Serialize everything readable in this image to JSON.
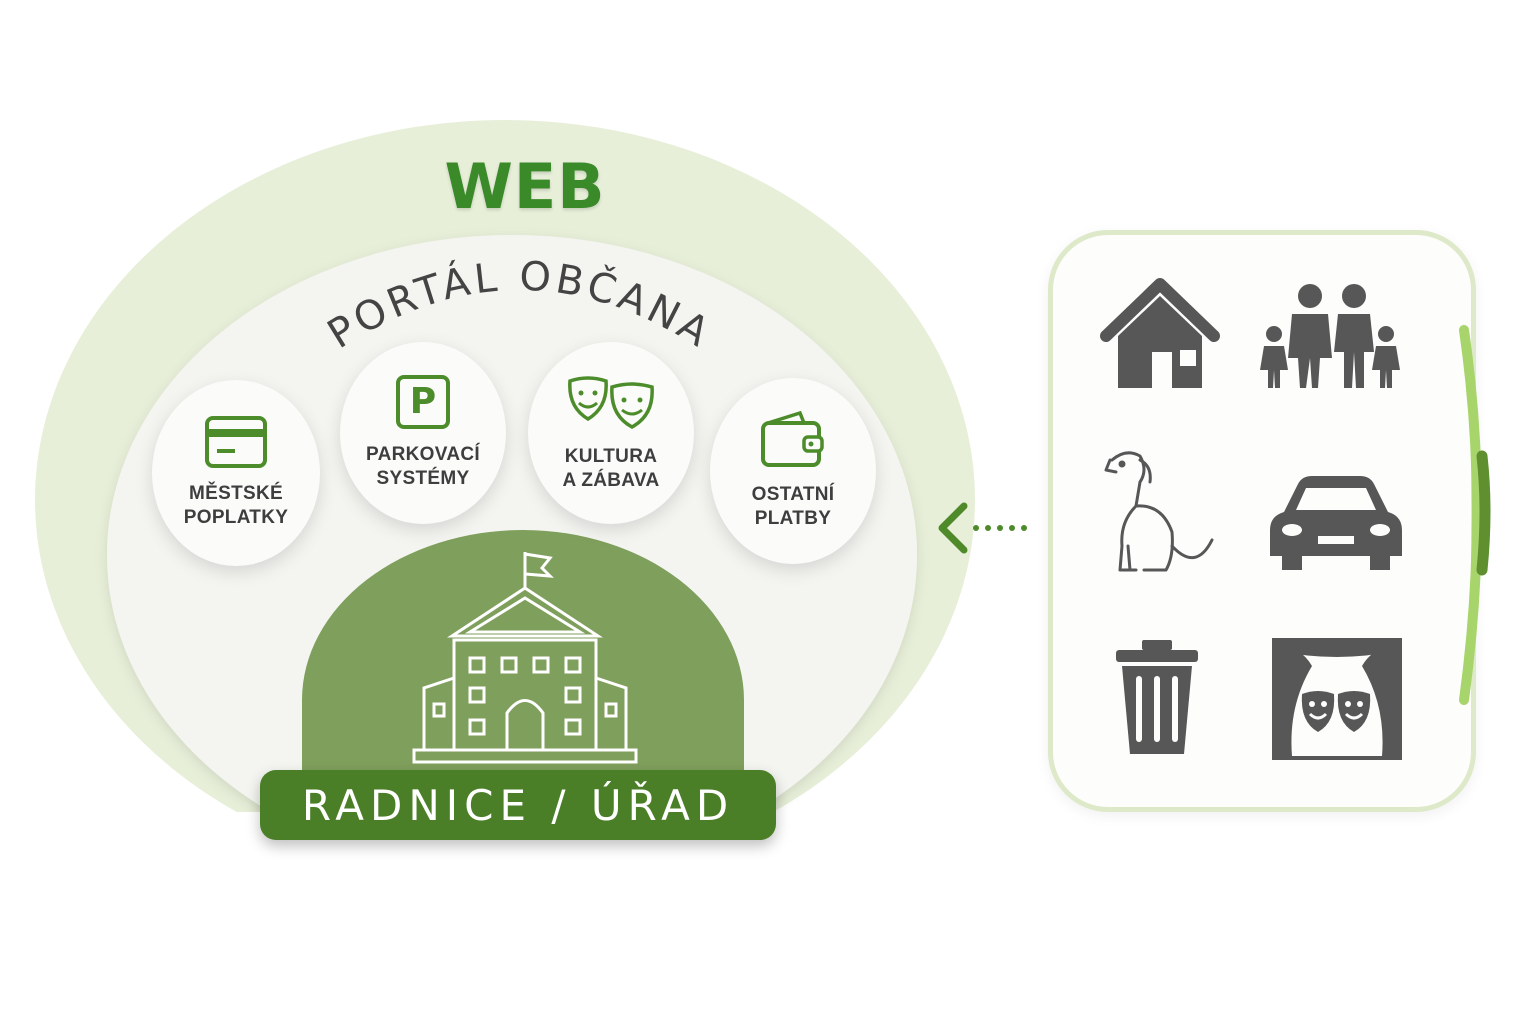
{
  "diagram": {
    "web": {
      "title": "WEB"
    },
    "portal": {
      "title": "PORTÁL OBČANA"
    },
    "services": [
      {
        "label": "MĚSTSKÉ\nPOPLATKY",
        "icon": "credit-card-icon"
      },
      {
        "label": "PARKOVACÍ\nSYSTÉMY",
        "icon": "parking-icon",
        "icon_text": "P"
      },
      {
        "label": "KULTURA\nA ZÁBAVA",
        "icon": "theater-masks-icon"
      },
      {
        "label": "OSTATNÍ\nPLATBY",
        "icon": "wallet-icon"
      }
    ],
    "core": {
      "label": "RADNICE / ÚŘAD",
      "icon": "town-hall-icon"
    },
    "life_areas": [
      {
        "icon": "house-icon"
      },
      {
        "icon": "family-icon"
      },
      {
        "icon": "dog-icon"
      },
      {
        "icon": "car-icon"
      },
      {
        "icon": "trash-bin-icon"
      },
      {
        "icon": "theater-stage-icon"
      }
    ],
    "connector": {
      "icon": "chevron-left-icon"
    },
    "colors": {
      "outer_ring": "#e7efd9",
      "core_fill": "#7f9f5c",
      "label_fill": "#4a7f27",
      "accent_green": "#3a8a2a",
      "icon_green": "#4d8c2a",
      "icon_gray": "#575757",
      "scroll_track": "#a7d46b",
      "scroll_thumb": "#5f8f2f"
    }
  }
}
